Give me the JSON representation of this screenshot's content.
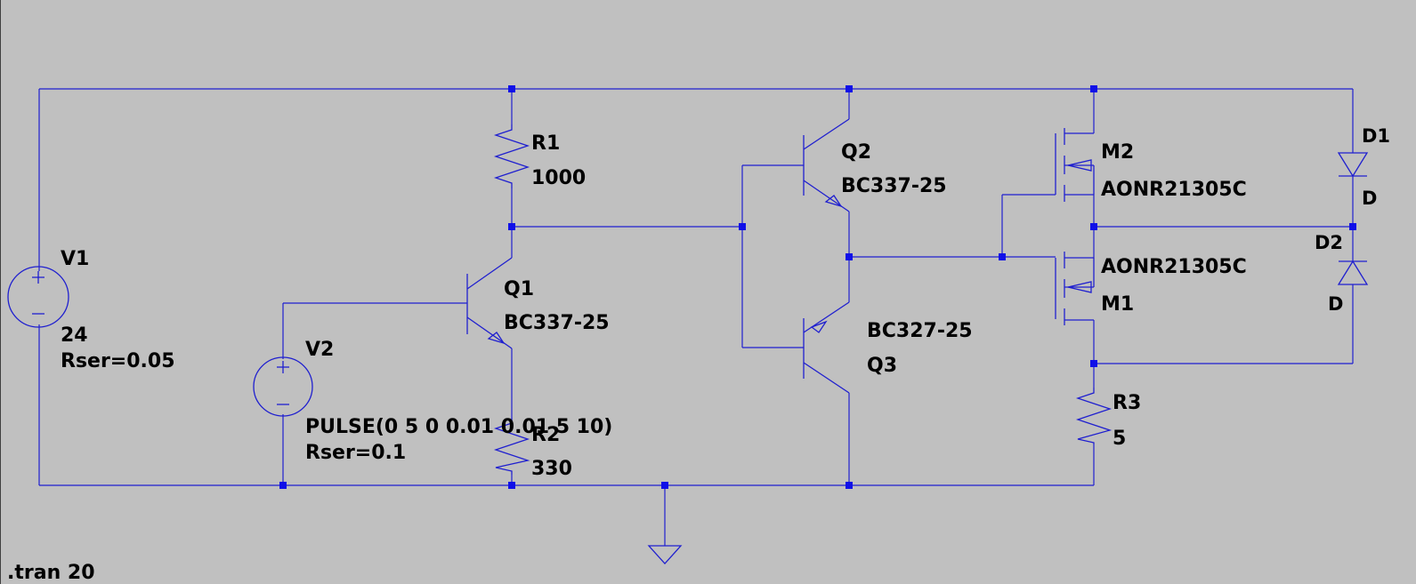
{
  "colors": {
    "background": "#c0c0c0",
    "wire": "#1f1fcf",
    "junction": "#1010e8",
    "text": "#000000"
  },
  "components": {
    "V1": {
      "name": "V1",
      "value": "24",
      "param": "Rser=0.05"
    },
    "V2": {
      "name": "V2",
      "value": "PULSE(0 5 0 0.01 0.01 5 10)",
      "param": "Rser=0.1"
    },
    "R1": {
      "name": "R1",
      "value": "1000"
    },
    "R2": {
      "name": "R2",
      "value": "330"
    },
    "R3": {
      "name": "R3",
      "value": "5"
    },
    "Q1": {
      "name": "Q1",
      "model": "BC337-25"
    },
    "Q2": {
      "name": "Q2",
      "model": "BC337-25"
    },
    "Q3": {
      "name": "Q3",
      "model": "BC327-25"
    },
    "M1": {
      "name": "M1",
      "model": "AONR21305C"
    },
    "M2": {
      "name": "M2",
      "model": "AONR21305C"
    },
    "D1": {
      "name": "D1",
      "model": "D"
    },
    "D2": {
      "name": "D2",
      "model": "D"
    }
  },
  "directive": ".tran 20"
}
